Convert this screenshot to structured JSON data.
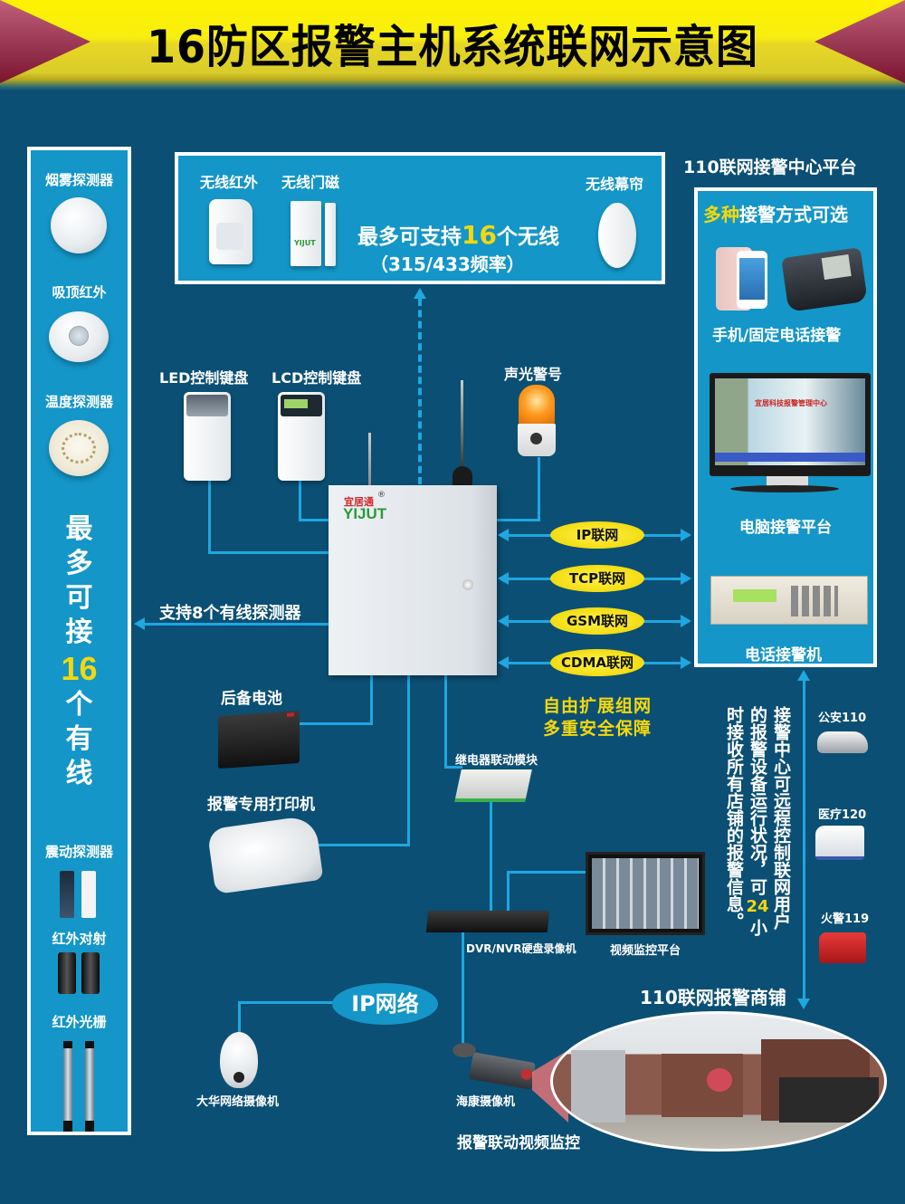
{
  "header": {
    "title": "16防区报警主机系统联网示意图"
  },
  "colors": {
    "background": "#0b4f74",
    "panel": "#1496c8",
    "line": "#1ea7e0",
    "highlight_yellow": "#f5d80c",
    "banner_yellow": "#fff200"
  },
  "left_panel": {
    "detectors_top": [
      {
        "label": "烟雾探测器",
        "icon": "smoke-detector-icon"
      },
      {
        "label": "吸顶红外",
        "icon": "ceiling-pir-icon"
      },
      {
        "label": "温度探测器",
        "icon": "heat-detector-icon"
      }
    ],
    "capacity_text": [
      "最",
      "多",
      "可",
      "接",
      "16",
      "个",
      "有",
      "线"
    ],
    "detectors_bottom": [
      {
        "label": "震动探测器",
        "icon": "vibration-detector-icon"
      },
      {
        "label": "红外对射",
        "icon": "ir-beam-icon"
      },
      {
        "label": "红外光栅",
        "icon": "ir-grating-icon"
      }
    ]
  },
  "wireless_panel": {
    "items": [
      {
        "label": "无线红外",
        "icon": "wireless-pir-icon"
      },
      {
        "label": "无线门磁",
        "icon": "wireless-door-sensor-icon"
      },
      {
        "label": "无线幕帘",
        "icon": "wireless-curtain-icon"
      }
    ],
    "headline_prefix": "最多可支持",
    "headline_number": "16",
    "headline_suffix": "个无线",
    "frequency": "（315/433频率）"
  },
  "keypads": [
    {
      "label": "LED控制键盘",
      "icon": "led-keypad-icon"
    },
    {
      "label": "LCD控制键盘",
      "icon": "lcd-keypad-icon"
    }
  ],
  "siren": {
    "label": "声光警号",
    "icon": "strobe-siren-icon"
  },
  "main_unit": {
    "brand_cn": "宜居通",
    "brand_en": "YIJUT",
    "registered": "®"
  },
  "wired_note": "支持8个有线探测器",
  "battery": {
    "label": "后备电池",
    "icon": "battery-icon"
  },
  "printer": {
    "label": "报警专用打印机",
    "icon": "printer-icon"
  },
  "networks": [
    "IP联网",
    "TCP联网",
    "GSM联网",
    "CDMA联网"
  ],
  "network_slogan": [
    "自由扩展组网",
    "多重安全保障"
  ],
  "right_panel": {
    "heading": "110联网接警中心平台",
    "subtitle_highlight": "多种",
    "subtitle_rest": "接警方式可选",
    "items": [
      {
        "label": "手机/固定电话接警",
        "icon": "phone-icon"
      },
      {
        "label": "电脑接警平台",
        "icon": "monitor-icon",
        "screen_text": "宜居科技报警管理中心"
      },
      {
        "label": "电话接警机",
        "icon": "rack-receiver-icon"
      }
    ]
  },
  "center_description": {
    "columns": [
      "接警中心可远程控制联网用户",
      "的报警设备运行状况，可",
      "24",
      "小",
      "时接收所有店铺的报警信息。"
    ]
  },
  "emergency": [
    {
      "label": "公安110",
      "icon": "police-car-icon"
    },
    {
      "label": "医疗120",
      "icon": "ambulance-icon"
    },
    {
      "label": "火警119",
      "icon": "fire-truck-icon"
    }
  ],
  "relay": {
    "label": "继电器联动模块",
    "icon": "relay-module-icon"
  },
  "dvr": {
    "label": "DVR/NVR硬盘录像机",
    "icon": "dvr-icon"
  },
  "video_platform": {
    "label": "视频监控平台",
    "icon": "video-wall-icon"
  },
  "ip_network": "IP网络",
  "dahua_camera": {
    "label": "大华网络摄像机",
    "icon": "dome-camera-icon"
  },
  "hik_camera": {
    "label": "海康摄像机",
    "icon": "bullet-camera-icon"
  },
  "video_linkage": "报警联动视频监控",
  "shop": {
    "label": "110联网报警商铺",
    "icon": "shop-street-photo"
  }
}
